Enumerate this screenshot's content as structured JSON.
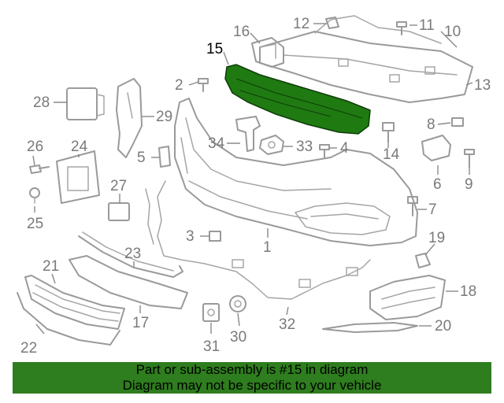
{
  "colors": {
    "highlight_part": "#1f7a12",
    "banner_background": "#2e7d1e",
    "part_stroke": "#9a9a9a"
  },
  "highlighted_callout": "15",
  "callouts": {
    "c1": "1",
    "c2": "2",
    "c3": "3",
    "c4": "4",
    "c5": "5",
    "c6": "6",
    "c7": "7",
    "c8": "8",
    "c9": "9",
    "c10": "10",
    "c11": "11",
    "c12": "12",
    "c13": "13",
    "c14": "14",
    "c15": "15",
    "c16": "16",
    "c17": "17",
    "c18": "18",
    "c19": "19",
    "c20": "20",
    "c21": "21",
    "c22": "22",
    "c23": "23",
    "c24": "24",
    "c25": "25",
    "c26": "26",
    "c27": "27",
    "c28": "28",
    "c29": "29",
    "c30": "30",
    "c31": "31",
    "c32": "32",
    "c33": "33",
    "c34": "34"
  },
  "banner": {
    "line1": "Part or sub-assembly is #15 in diagram",
    "line2": "Diagram may not be specific to your vehicle"
  }
}
